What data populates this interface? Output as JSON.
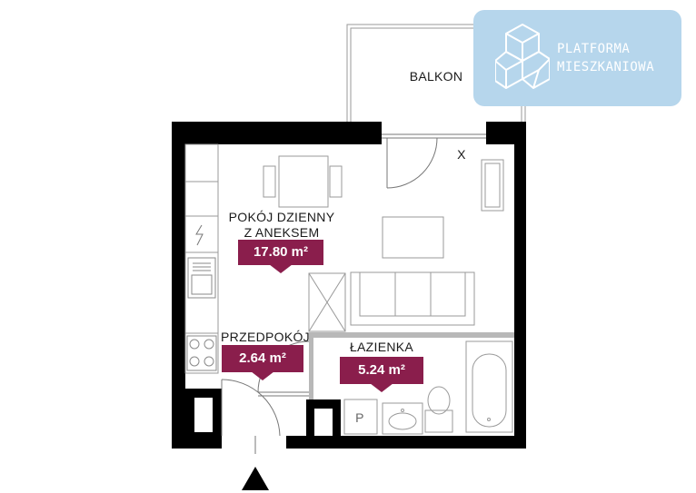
{
  "rooms": {
    "balkon": {
      "name": "BALKON"
    },
    "living": {
      "name_line1": "POKÓJ DZIENNY",
      "name_line2": "Z ANEKSEM",
      "area": "17.80 m²"
    },
    "hall": {
      "name": "PRZEDPOKÓJ",
      "area": "2.64 m²"
    },
    "bath": {
      "name": "ŁAZIENKA",
      "area": "5.24 m²"
    }
  },
  "markers": {
    "window_mark": "X",
    "cabinet_mark": "P"
  },
  "logo": {
    "line1": "PLATFORMA",
    "line2": "MIESZKANIOWA"
  },
  "colors": {
    "accent": "#8a1e4c",
    "wall": "#000000",
    "logo_bg": "#b6d6ec"
  }
}
